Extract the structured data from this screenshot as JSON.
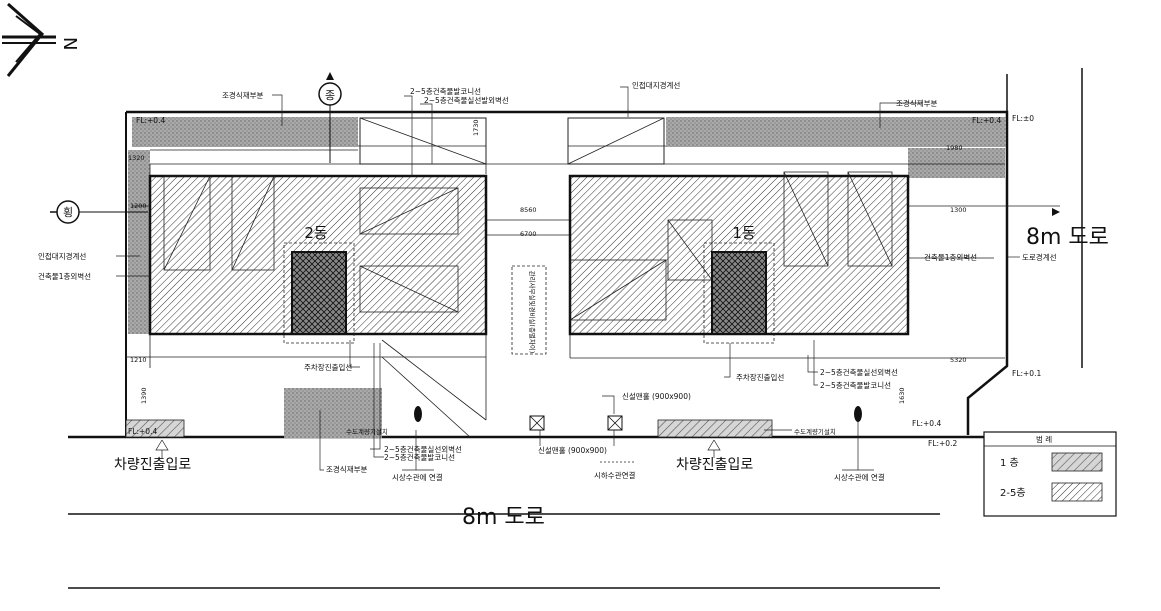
{
  "north_label": "N",
  "bldg2": "2동",
  "bldg1": "1동",
  "vert_sym": "종",
  "horiz_sym": "횡",
  "landscape_top_left": "조경식재부분",
  "landscape_top_right": "조경식재부분",
  "landscape_bottom": "조경식재부분",
  "balcony_line_top": "2~5층건축물발코니선",
  "outer_wall_line_top": "2~5층건축물실선발외벽선",
  "adjacent_boundary_top": "인접대지경계선",
  "adjacent_boundary_left": "인접대지경계선",
  "ground_outer_wall_left": "건축물1층외벽선",
  "ground_outer_wall_right": "건축물1층외벽선",
  "road_boundary": "도로경계선",
  "parking_line_left": "주차장진출입선",
  "parking_line_right": "주차장진출입선",
  "outer_wall_line_right": "2~5층건축물실선외벽선",
  "balcony_line_right": "2~5층건축물발코니선",
  "outer_wall_line_bottom": "2~5층건축물실선외벽선",
  "balcony_line_bottom": "2~5층건축물발코니선",
  "faucet_left": "수도계량기설치",
  "faucet_right": "수도계량기설치",
  "manhole_top": "신설맨홀 (900x900)",
  "manhole_bottom": "신설맨홀 (900x900)",
  "storm_drain": "시하수관연결",
  "water_conn_left": "시상수관에 연결",
  "water_conn_right": "시상수관에 연결",
  "vehicle_entry_left": "차량진출입로",
  "vehicle_entry_right": "차량진출입로",
  "road_bottom": "8m 도로",
  "road_right": "8m 도로",
  "center_annex": "관리사무실및경비실(층별차이)",
  "fl_top_left": "FL:+0.4",
  "fl_top_right": "FL:+0.4",
  "fl_top_right2": "FL:±0",
  "fl_right1": "FL:+0.1",
  "fl_right2": "FL:+0.4",
  "fl_right3": "FL:+0.2",
  "fl_bottom_left": "FL:+0.4",
  "dims": {
    "d_8560": "8560",
    "d_6700": "6700",
    "d_1730": "1730",
    "d_1320": "1320",
    "d_1200": "1200",
    "d_1210": "1210",
    "d_1390": "1390",
    "d_1630": "1630",
    "d_5320": "5320",
    "d_1300": "1300",
    "d_1980": "1980"
  },
  "legend": {
    "title": "범  례",
    "row1": "1  층",
    "row2": "2-5층"
  }
}
